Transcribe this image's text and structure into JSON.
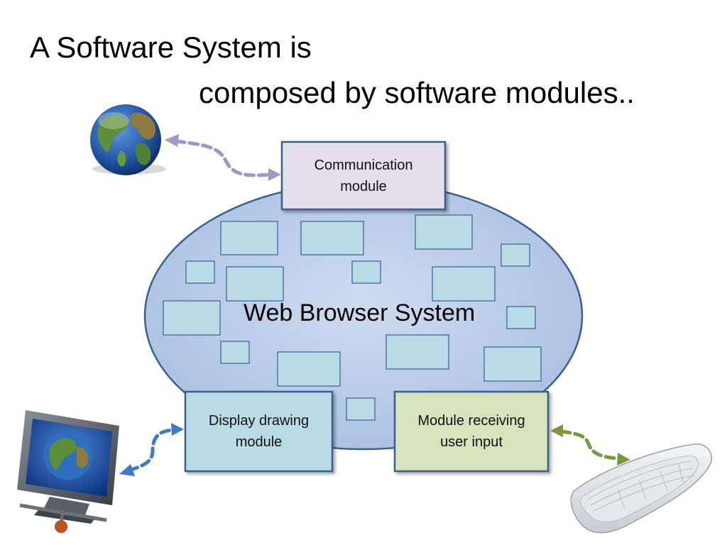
{
  "title": {
    "line1": "A Software System is",
    "line2": "composed by software modules.."
  },
  "system": {
    "label": "Web Browser System"
  },
  "modules": {
    "communication": "Communication\nmodule",
    "display": "Display drawing\nmodule",
    "input": "Module receiving\nuser input"
  },
  "icons": {
    "globe": "globe-icon",
    "computer": "computer-icon",
    "keyboard": "keyboard-icon"
  },
  "colors": {
    "ellipse_fill": "#b9cde9",
    "ellipse_stroke": "#3b5f8d",
    "small_box_fill": "#b9dbe6",
    "communication_fill": "#e6deec",
    "display_fill": "#b9dbe6",
    "input_fill": "#d6e4bc",
    "arrow_purple": "#a595c5",
    "arrow_blue": "#3d7cc4",
    "arrow_green": "#789a3c"
  }
}
